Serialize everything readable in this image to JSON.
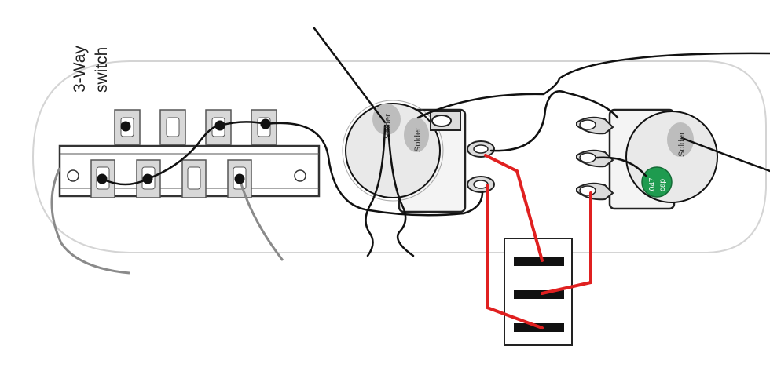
{
  "switch_label": {
    "line1": "3-Way",
    "line2": "switch"
  },
  "pots": {
    "left": {
      "solder_top": "Solder",
      "solder_side": "Solder"
    },
    "right": {
      "solder_top": "Solder",
      "capacitor_value": ".047",
      "capacitor_unit": "cap"
    }
  },
  "colors": {
    "outline": "#cfcfcf",
    "wire_black": "#111111",
    "wire_gray": "#8a8a8a",
    "wire_red": "#e02020",
    "pot_body": "#e6e6e6",
    "solder_blob": "#bdbdbd",
    "capacitor": "#1e9b4f",
    "switch_plate": "#ffffff",
    "lug": "#d9d9d9"
  }
}
